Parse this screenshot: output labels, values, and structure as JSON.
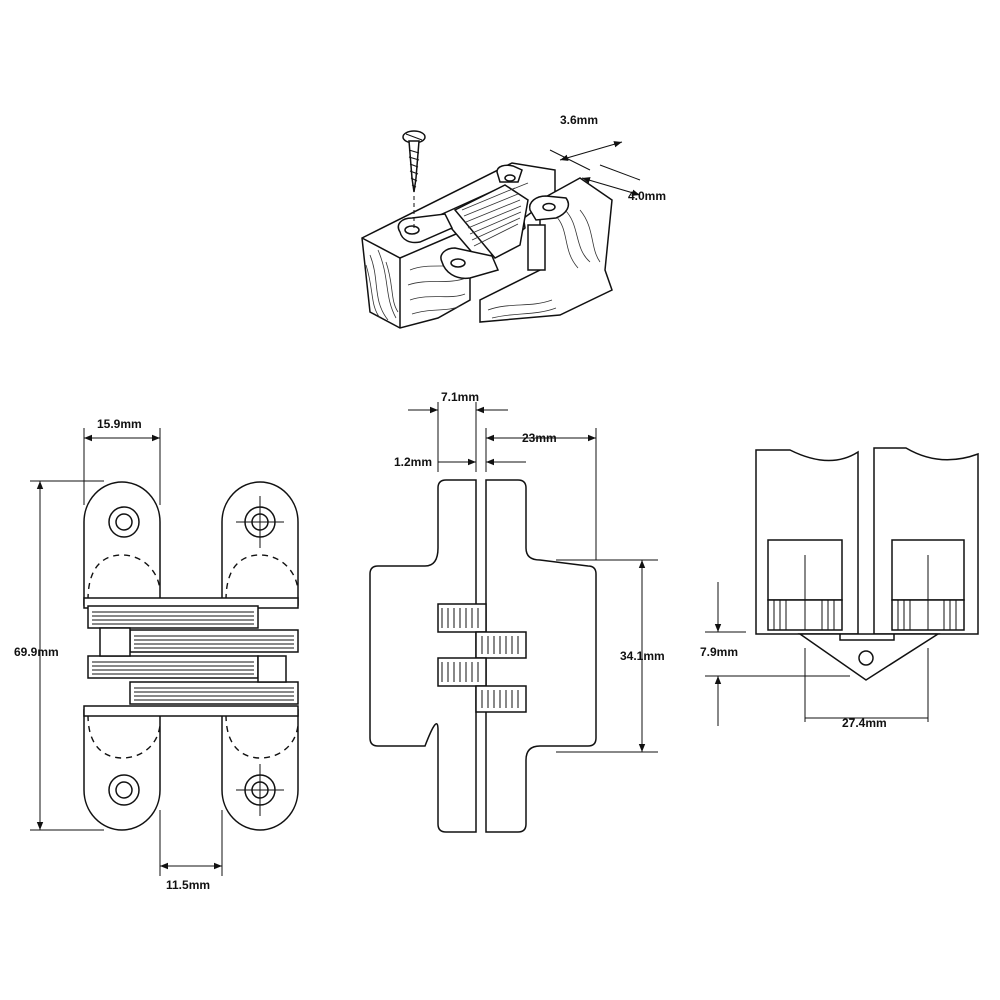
{
  "dimensions": {
    "iso_gap_a": "3.6mm",
    "iso_gap_b": "4.0mm",
    "front_width": "15.9mm",
    "front_height": "69.9mm",
    "front_spacing": "11.5mm",
    "side_thickness": "7.1mm",
    "side_gap": "1.2mm",
    "side_depth": "23mm",
    "side_body_height": "34.1mm",
    "plan_offset": "7.9mm",
    "plan_width": "27.4mm"
  },
  "colors": {
    "line": "#111111",
    "background": "#ffffff"
  }
}
